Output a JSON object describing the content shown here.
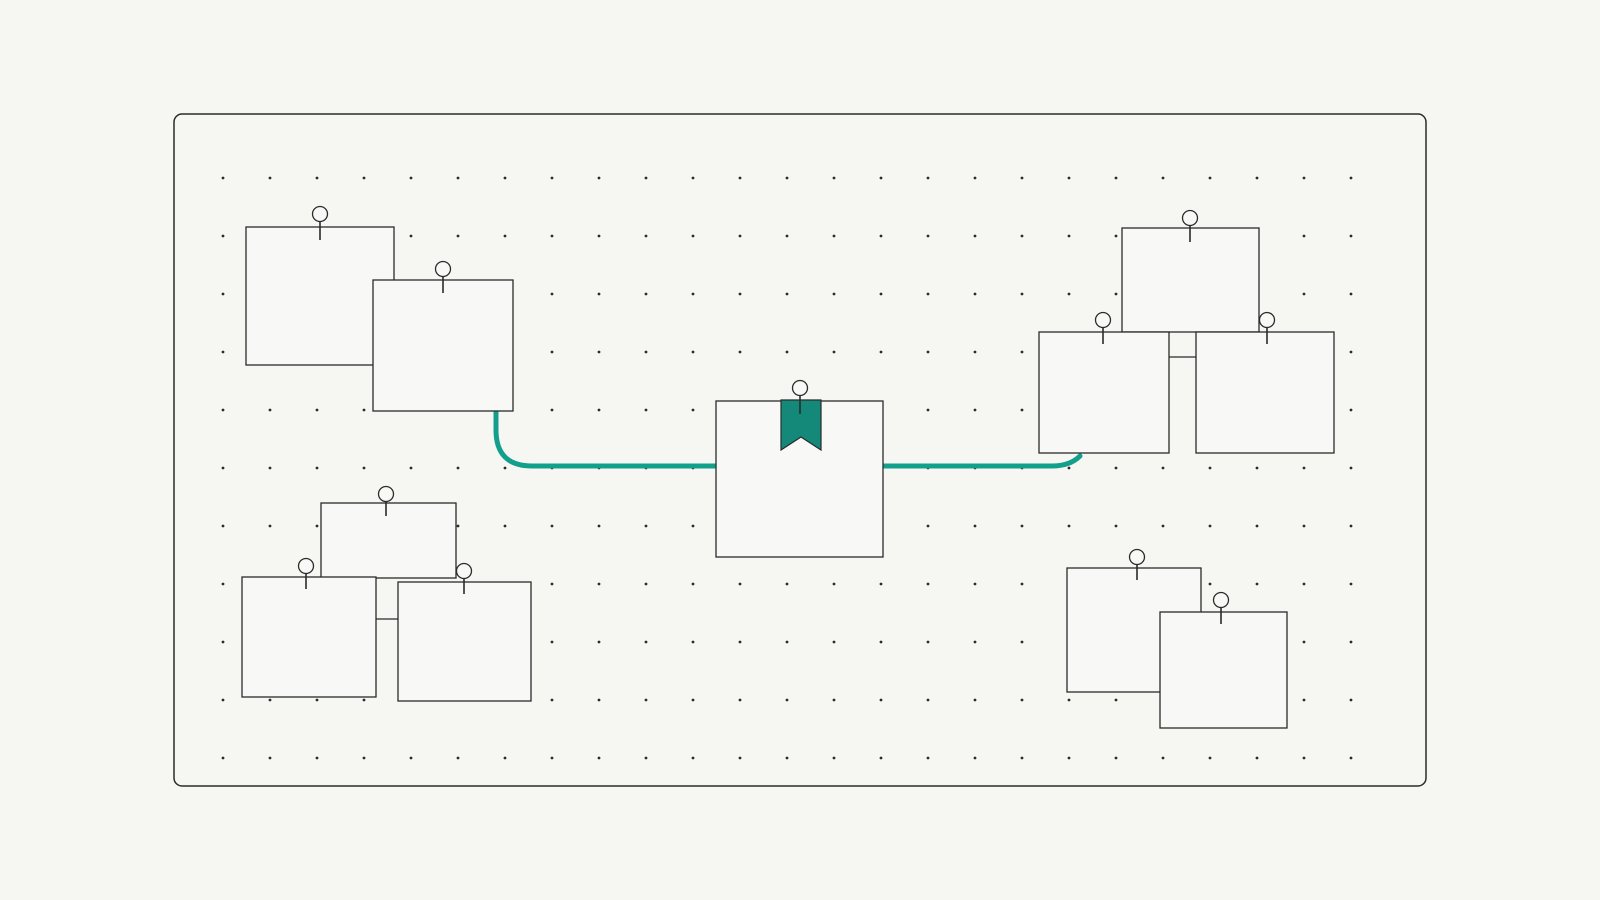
{
  "colors": {
    "background": "#f6f6f3",
    "board_fill": "#f6f6f3",
    "board_stroke": "#2b2b2b",
    "dot": "#2b2b2b",
    "note_fill": "#f8f8f6",
    "note_stroke": "#2b2b2b",
    "accent": "#12a08c",
    "bookmark": "#14897a"
  },
  "board": {
    "grid": "dotted"
  },
  "icons": {
    "pin": "pushpin-icon",
    "bookmark": "bookmark-icon"
  },
  "connector": {
    "from": "top-left-cluster",
    "via": "center-card",
    "to": "top-right-cluster",
    "color": "accent"
  }
}
